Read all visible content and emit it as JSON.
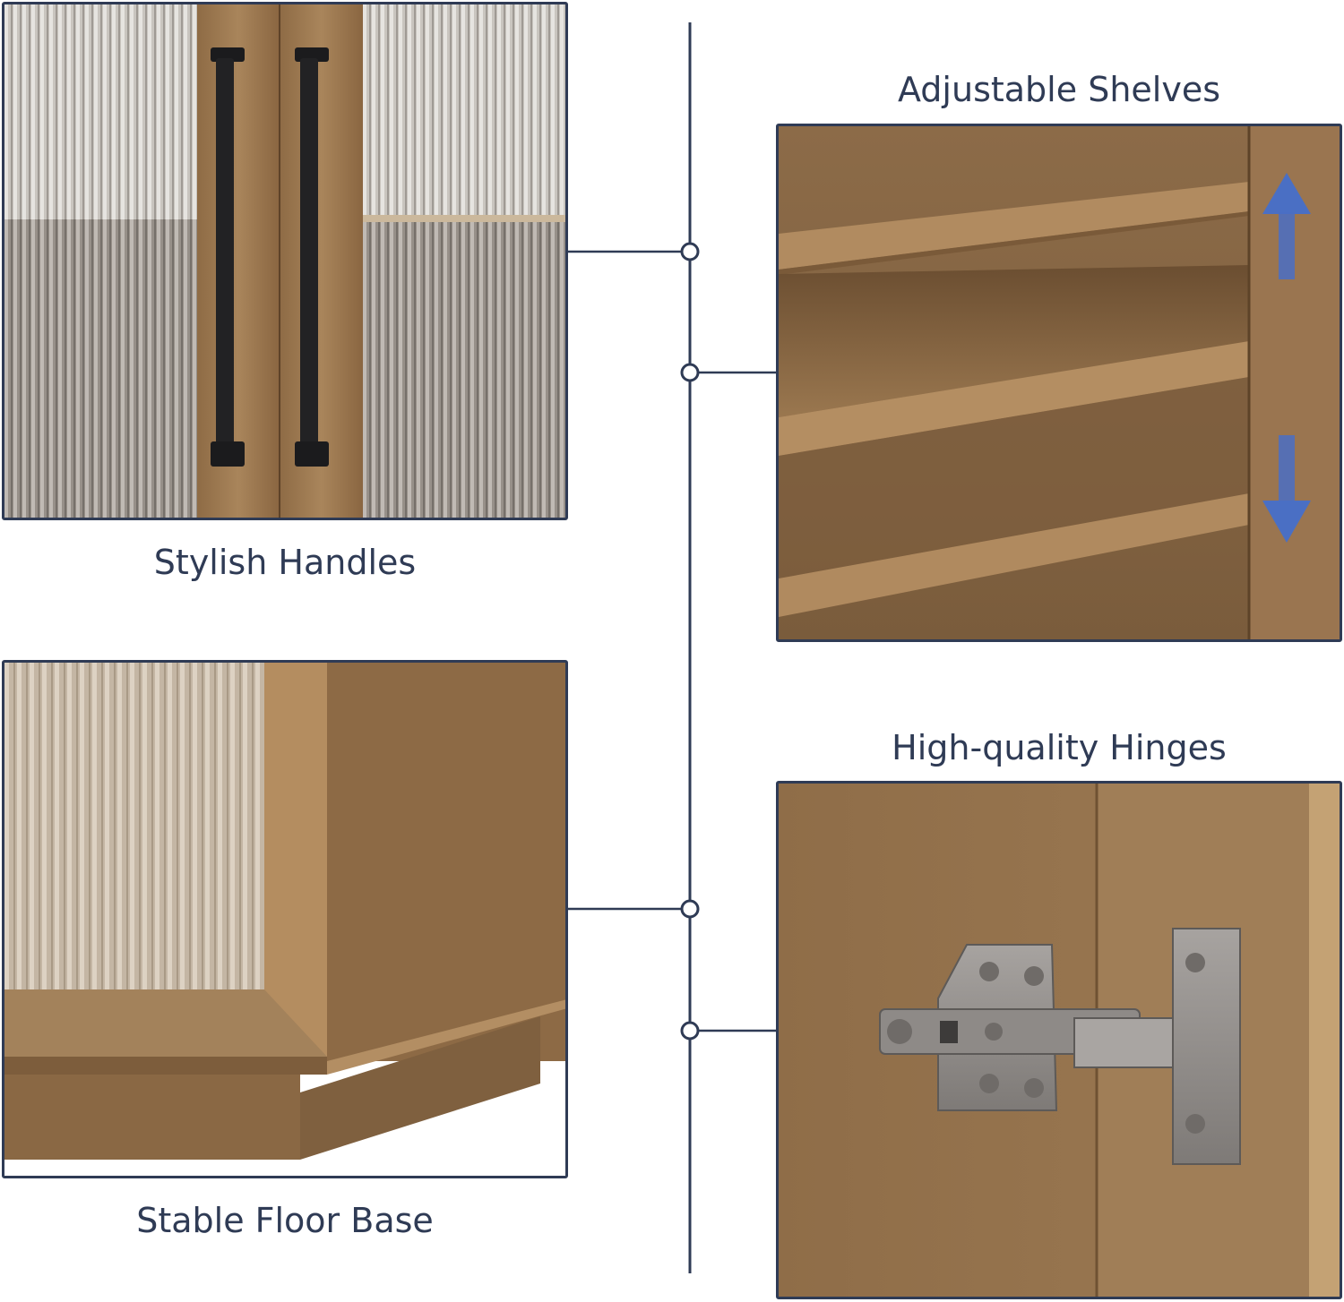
{
  "features": {
    "handles": {
      "caption": "Stylish Handles"
    },
    "shelves": {
      "caption": "Adjustable Shelves"
    },
    "base": {
      "caption": "Stable Floor Base"
    },
    "hinges": {
      "caption": "High-quality Hinges"
    }
  },
  "colors": {
    "line": "#2f3b55",
    "wood": "#a07c55",
    "arrow": "#4a6fc4"
  }
}
